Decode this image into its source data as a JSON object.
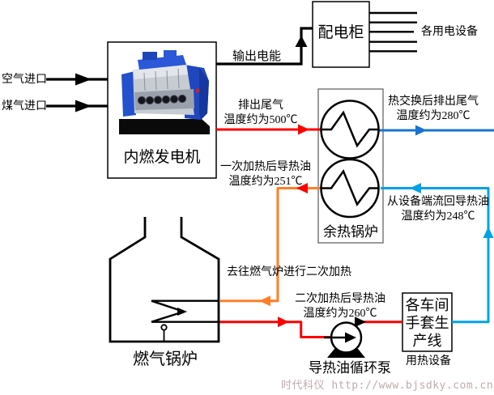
{
  "nodes": {
    "engine_label": "内燃发电机",
    "cabinet_label": "配电柜",
    "whb_label": "余热锅炉",
    "gas_boiler_label": "燃气锅炉",
    "pump_label": "导热油循环泵",
    "workshop_line1": "各车间",
    "workshop_line2": "手套生",
    "workshop_line3": "产线",
    "workshop_caption": "用热设备"
  },
  "annotations": {
    "air_inlet": "空气进口",
    "gas_inlet": "煤气进口",
    "output_power": "输出电能",
    "electric_devices": "各用电设备",
    "exhaust_l1": "排出尾气",
    "exhaust_l2": "温度约为500℃",
    "after_hx_l1": "热交换后排出尾气",
    "after_hx_l2": "温度约为280℃",
    "oil251_l1": "一次加热后导热油",
    "oil251_l2": "温度约为251℃",
    "oil248_l1": "从设备端流回导热油",
    "oil248_l2": "温度约为248℃",
    "to_boiler": "去往燃气炉进行二次加热",
    "oil260_l1": "二次加热后导热油",
    "oil260_l2": "温度约为260℃"
  },
  "watermark": "时代科仪 http://www.bjsdky.com.cn",
  "colors": {
    "hot_red": "#FE0000",
    "oil_orange": "#FF7F27",
    "exhaust_blue": "#1874D2",
    "return_cyan": "#00A2E8",
    "line_black": "#000000",
    "watermark_pink": "#C0ABAB"
  }
}
